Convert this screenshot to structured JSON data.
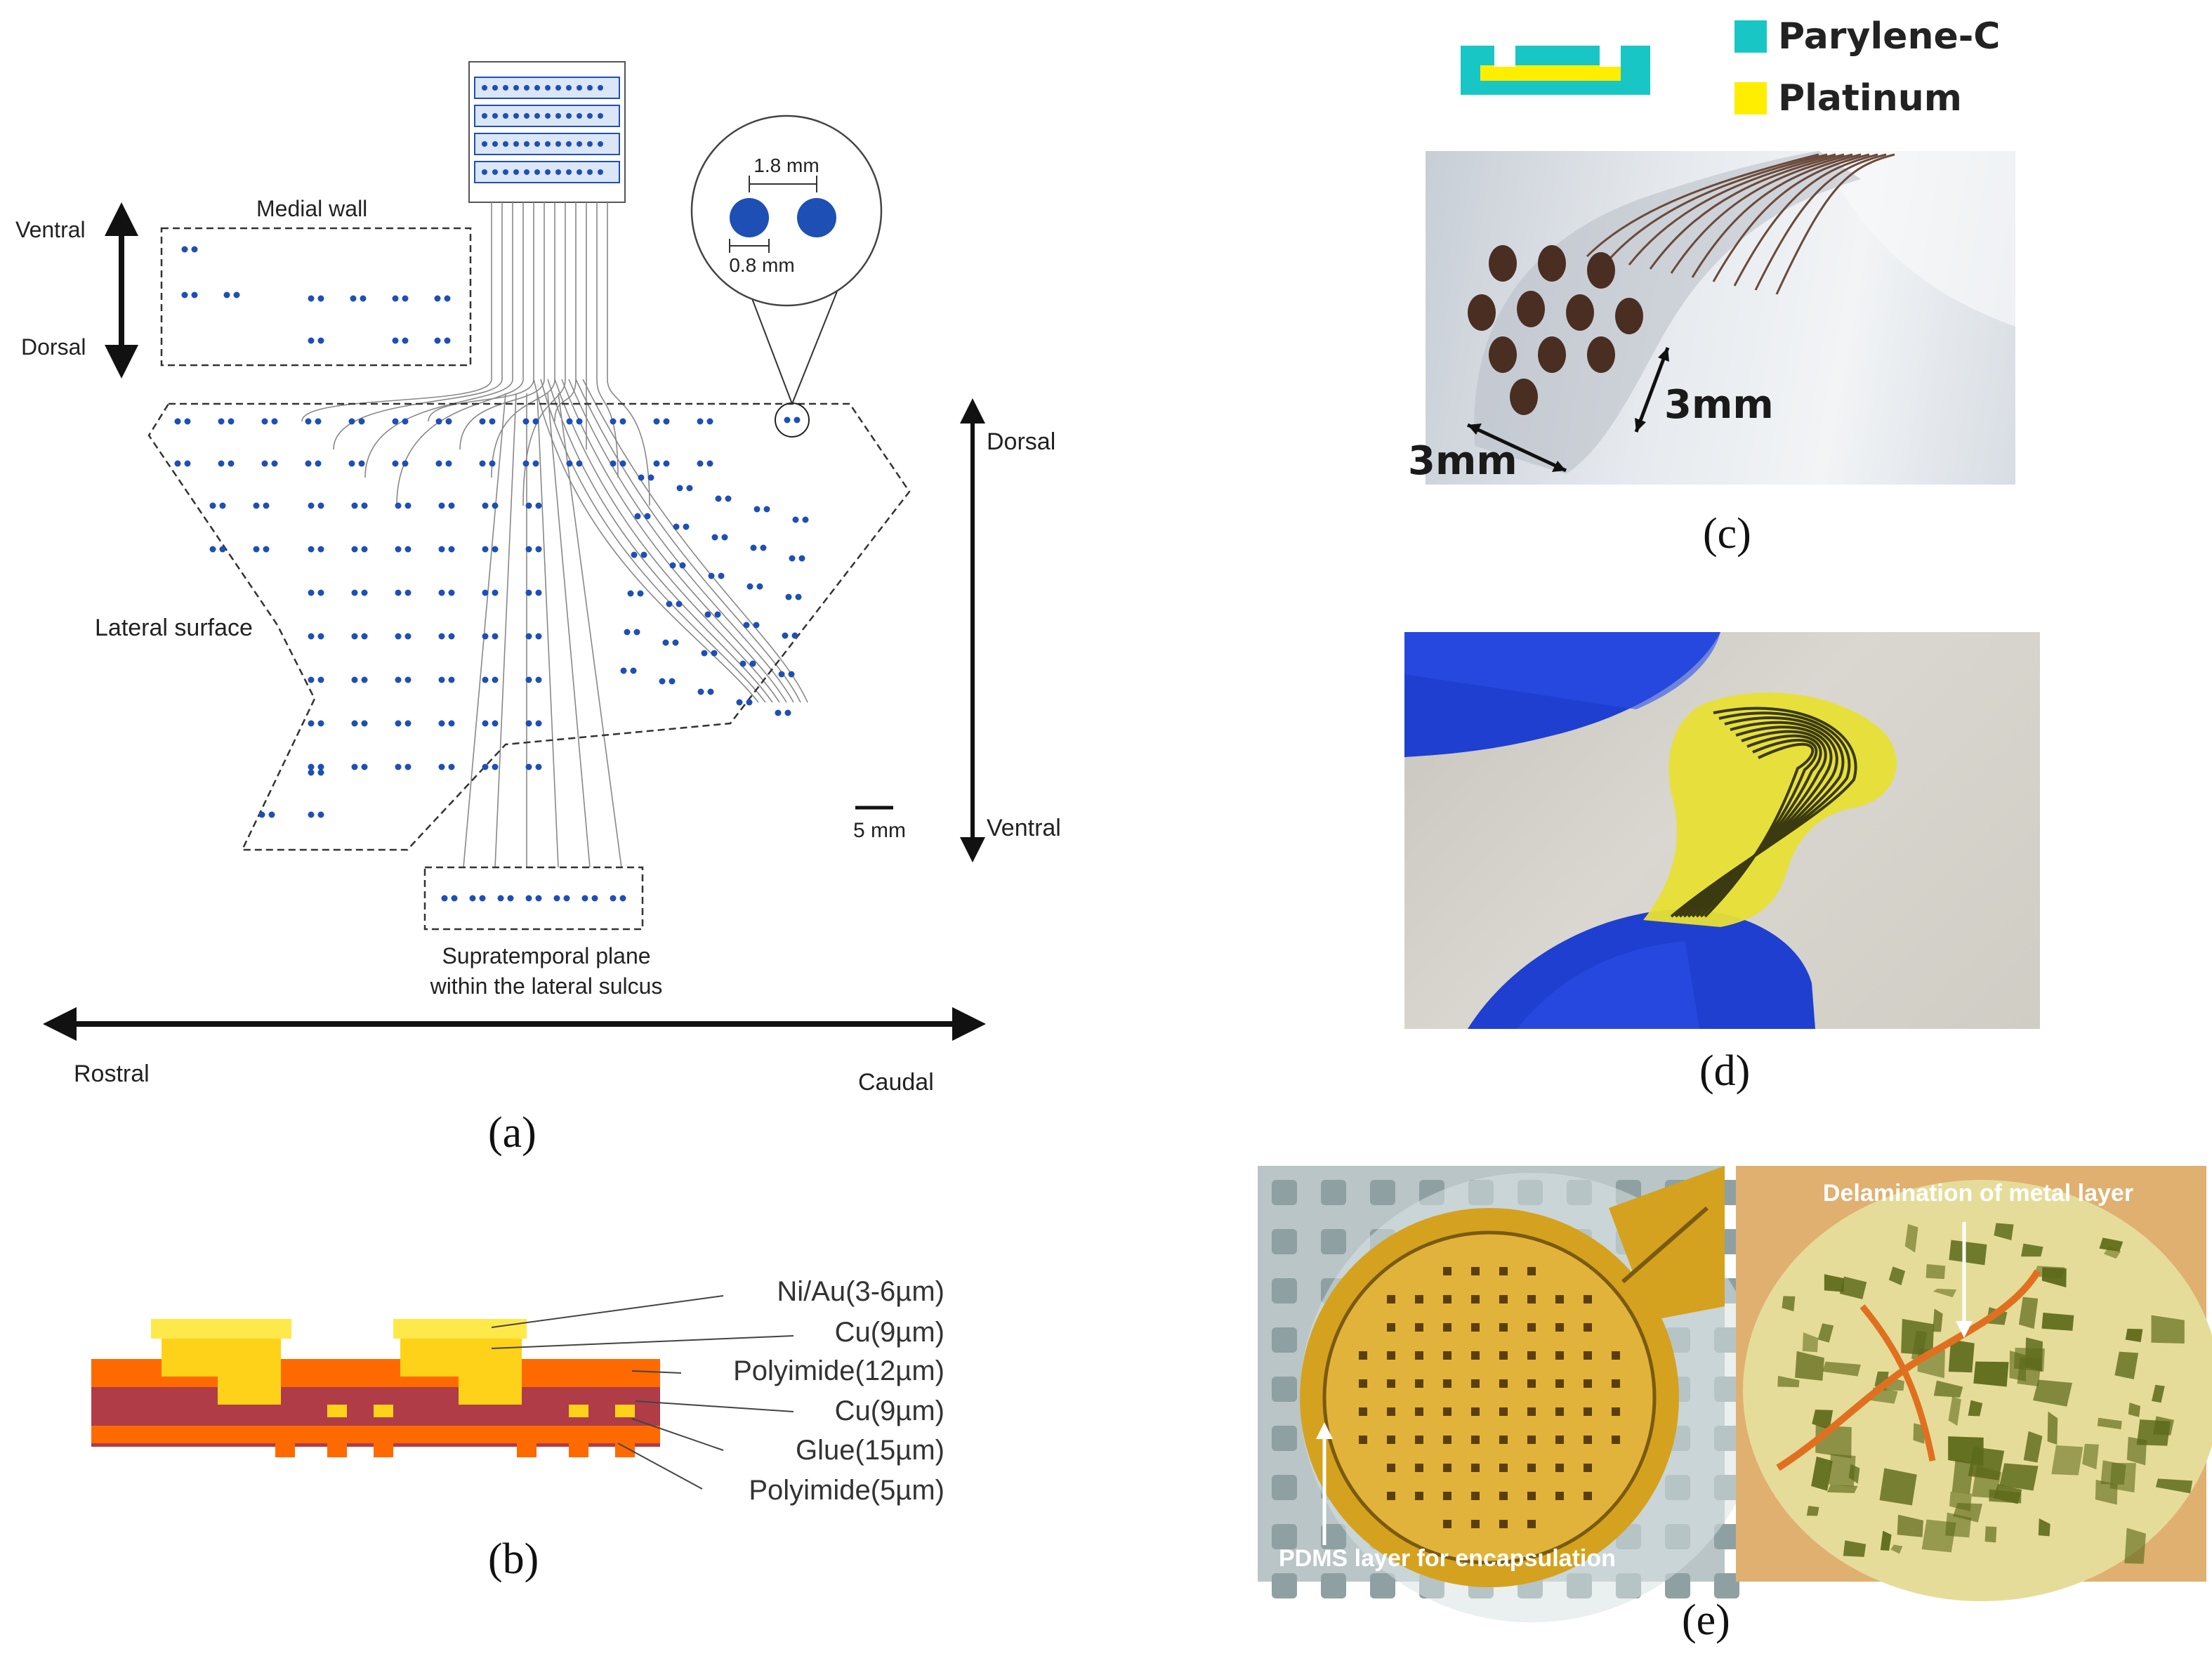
{
  "panel_a": {
    "label": "(a)",
    "medial_wall": "Medial wall",
    "ventral_left": "Ventral",
    "dorsal_left": "Dorsal",
    "lateral_surface": "Lateral surface",
    "dorsal_right": "Dorsal",
    "ventral_right": "Ventral",
    "scale_bar": "5 mm",
    "supratemporal_line1": "Supratemporal plane",
    "supratemporal_line2": "within the lateral sulcus",
    "rostral": "Rostral",
    "caudal": "Caudal",
    "inset_spacing": "1.8 mm",
    "inset_diameter": "0.8 mm",
    "electrode_color": "#1e4fb4"
  },
  "panel_b": {
    "label": "(b)",
    "layers": [
      {
        "text": "Ni/Au(3-6µm)"
      },
      {
        "text": "Cu(9µm)"
      },
      {
        "text": "Polyimide(12µm)"
      },
      {
        "text": "Cu(9µm)"
      },
      {
        "text": "Glue(15µm)"
      },
      {
        "text": "Polyimide(5µm)"
      }
    ],
    "colors": {
      "gold": "#ffe000",
      "copper": "#ffd21a",
      "polyimide": "#ff6a00",
      "glue": "#b03c48"
    }
  },
  "panel_c": {
    "label": "(c)",
    "legend": [
      {
        "text": "Parylene-C",
        "color": "#19c6c6"
      },
      {
        "text": "Platinum",
        "color": "#ffee00"
      }
    ],
    "dim_width": "3mm",
    "dim_height": "3mm"
  },
  "panel_d": {
    "label": "(d)"
  },
  "panel_e": {
    "label": "(e)",
    "left_caption": "PDMS layer for encapsulation",
    "right_caption": "Delamination of metal layer"
  }
}
